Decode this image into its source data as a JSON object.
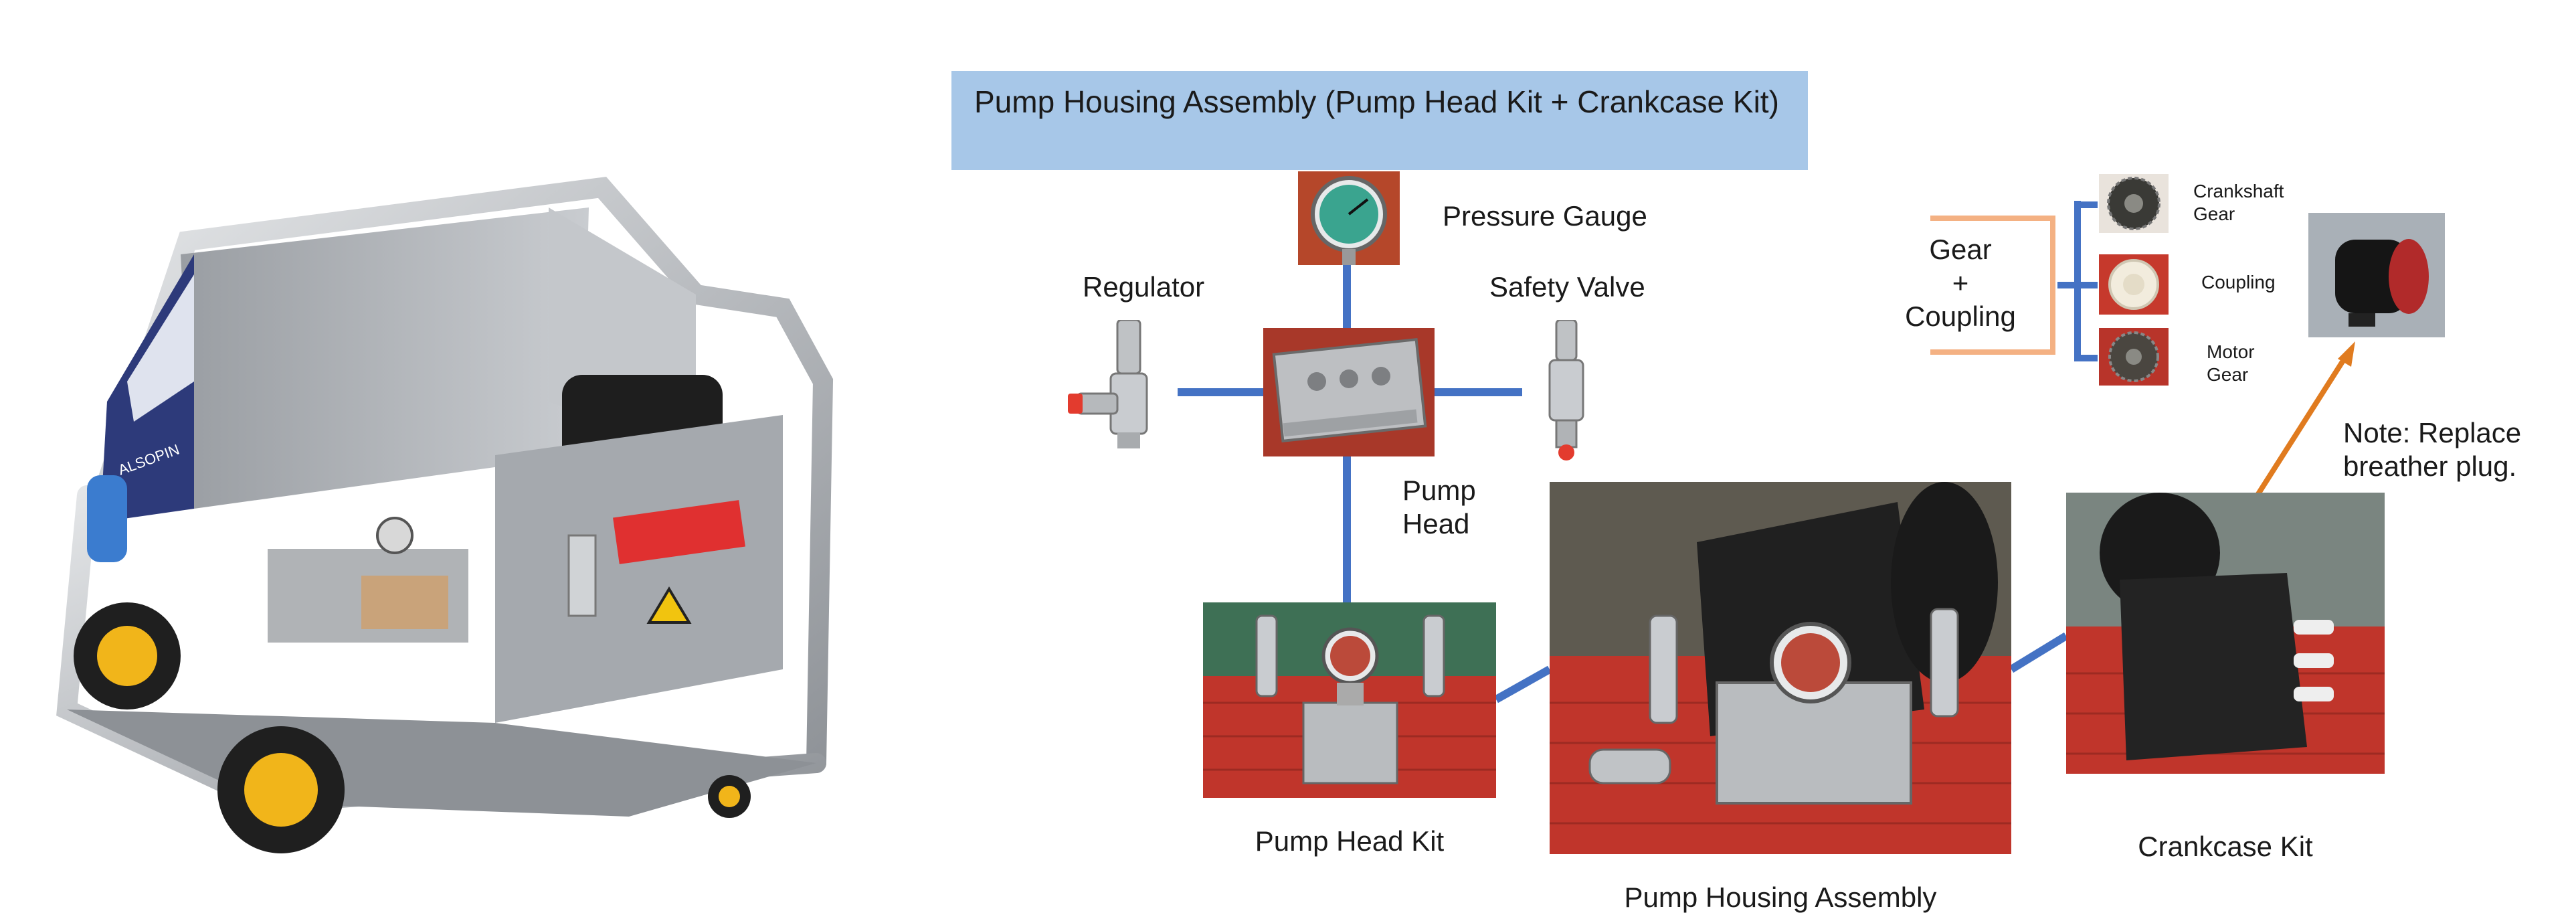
{
  "title": "Pump Housing Assembly (Pump Head Kit + Crankcase Kit)",
  "labels": {
    "pressure_gauge": "Pressure Gauge",
    "regulator": "Regulator",
    "safety_valve": "Safety Valve",
    "pump_head_line1": "Pump",
    "pump_head_line2": "Head",
    "pump_head_kit": "Pump Head Kit",
    "pump_housing_assembly": "Pump Housing Assembly",
    "crankcase_kit": "Crankcase Kit",
    "gear_line1": "Gear",
    "gear_line2": "+",
    "gear_line3": "Coupling",
    "crankshaft_gear_line1": "Crankshaft",
    "crankshaft_gear_line2": "Gear",
    "coupling": "Coupling",
    "motor_gear_line1": "Motor",
    "motor_gear_line2": "Gear",
    "note_line1": "Note: Replace",
    "note_line2": "breather plug."
  },
  "machine_panel_text": "ALSOPIN",
  "colors": {
    "title_bg": "#a7c7e8",
    "connector": "#4472c4",
    "bracket": "#f4b183",
    "arrow": "#e07b1f",
    "mat": "#c0352b"
  }
}
